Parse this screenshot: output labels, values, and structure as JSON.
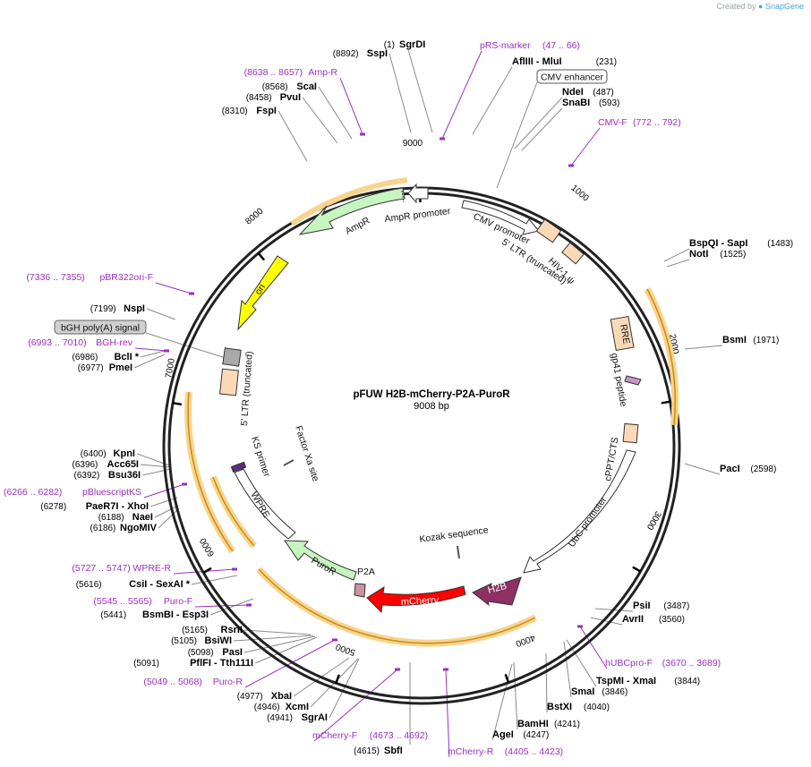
{
  "credit": {
    "prefix": "Created by",
    "brand": "SnapGene"
  },
  "plasmid": {
    "name": "pFUW H2B-mCherry-P2A-PuroR",
    "size_label": "9008 bp",
    "length": 9008
  },
  "ticks": [
    {
      "label": "1000"
    },
    {
      "label": "2000"
    },
    {
      "label": "3000"
    },
    {
      "label": "4000"
    },
    {
      "label": "5000"
    },
    {
      "label": "6000"
    },
    {
      "label": "7000"
    },
    {
      "label": "8000"
    },
    {
      "label": "9000"
    }
  ],
  "colors": {
    "backbone": "#222222",
    "primer": "#9b2fc2",
    "orf_highlight": "#f7d58d",
    "orf_outline": "#c98a1a"
  },
  "enzymes_right": [
    {
      "name": "SgrDI",
      "pos": "(1)"
    },
    {
      "name": "AflIII - MluI",
      "pos": "(231)"
    },
    {
      "name": "NdeI",
      "pos": "(487)"
    },
    {
      "name": "SnaBI",
      "pos": "(593)"
    },
    {
      "name": "BspQI - SapI",
      "pos": "(1483)"
    },
    {
      "name": "NotI",
      "pos": "(1525)"
    },
    {
      "name": "BsmI",
      "pos": "(1971)"
    },
    {
      "name": "PacI",
      "pos": "(2598)"
    },
    {
      "name": "PsiI",
      "pos": "(3487)"
    },
    {
      "name": "AvrII",
      "pos": "(3560)"
    },
    {
      "name": "TspMI - XmaI",
      "pos": "(3844)"
    },
    {
      "name": "SmaI",
      "pos": "(3846)"
    },
    {
      "name": "BstXI",
      "pos": "(4040)"
    },
    {
      "name": "BamHI",
      "pos": "(4241)"
    },
    {
      "name": "AgeI",
      "pos": "(4247)"
    }
  ],
  "enzymes_left": [
    {
      "name": "SspI",
      "pos": "(8892)"
    },
    {
      "name": "ScaI",
      "pos": "(8568)"
    },
    {
      "name": "PvuI",
      "pos": "(8458)"
    },
    {
      "name": "FspI",
      "pos": "(8310)"
    },
    {
      "name": "NspI",
      "pos": "(7199)"
    },
    {
      "name": "BclI *",
      "pos": "(6986)"
    },
    {
      "name": "PmeI",
      "pos": "(6977)"
    },
    {
      "name": "KpnI",
      "pos": "(6400)"
    },
    {
      "name": "Acc65I",
      "pos": "(6396)"
    },
    {
      "name": "Bsu36I",
      "pos": "(6392)"
    },
    {
      "name": "PaeR7I - XhoI",
      "pos": "(6278)"
    },
    {
      "name": "NaeI",
      "pos": "(6188)"
    },
    {
      "name": "NgoMIV",
      "pos": "(6186)"
    },
    {
      "name": "CsiI - SexAI *",
      "pos": "(5616)"
    },
    {
      "name": "BsmBI - Esp3I",
      "pos": "(5441)"
    },
    {
      "name": "RsrII",
      "pos": "(5165)"
    },
    {
      "name": "BsiWI",
      "pos": "(5105)"
    },
    {
      "name": "PasI",
      "pos": "(5098)"
    },
    {
      "name": "PflFI - Tth111I",
      "pos": "(5091)"
    },
    {
      "name": "XbaI",
      "pos": "(4977)"
    },
    {
      "name": "XcmI",
      "pos": "(4946)"
    },
    {
      "name": "SgrAI",
      "pos": "(4941)"
    },
    {
      "name": "SbfI",
      "pos": "(4615)"
    }
  ],
  "primers": [
    {
      "name": "pRS-marker",
      "range": "(47 .. 66)"
    },
    {
      "name": "Amp-R",
      "range": "(8638 .. 8657)"
    },
    {
      "name": "CMV-F",
      "range": "(772 .. 792)"
    },
    {
      "name": "pBR322ori-F",
      "range": "(7336 .. 7355)"
    },
    {
      "name": "BGH-rev",
      "range": "(6993 .. 7010)"
    },
    {
      "name": "pBluescriptKS",
      "range": "(6266 .. 6282)"
    },
    {
      "name": "WPRE-R",
      "range": "(5727 .. 5747)"
    },
    {
      "name": "Puro-F",
      "range": "(5545 .. 5565)"
    },
    {
      "name": "Puro-R",
      "range": "(5049 .. 5068)"
    },
    {
      "name": "mCherry-F",
      "range": "(4673 .. 4692)"
    },
    {
      "name": "mCherry-R",
      "range": "(4405 .. 4423)"
    },
    {
      "name": "hUBCpro-F",
      "range": "(3670 .. 3689)"
    }
  ],
  "callouts": [
    {
      "name": "CMV enhancer"
    },
    {
      "name": "bGH poly(A) signal"
    }
  ],
  "features": {
    "ampr": "AmpR",
    "ampr_promoter": "AmpR promoter",
    "ori": "ori",
    "cmv_promoter": "CMV promoter",
    "ltr5": "5' LTR (truncated)",
    "hiv_psi": "HIV-1 ψ",
    "rre": "RRE",
    "gp41": "gp41 peptide",
    "cppt": "cPPT/CTS",
    "ubc": "UbC promoter",
    "h2b": "H2B",
    "mcherry": "mCherry",
    "p2a": "P2A",
    "puror": "PuroR",
    "wpre": "WPRE",
    "ks_primer": "KS primer",
    "factor_xa": "Factor Xa site",
    "ltr5_left": "5' LTR (truncated)",
    "kozak": "Kozak sequence"
  }
}
